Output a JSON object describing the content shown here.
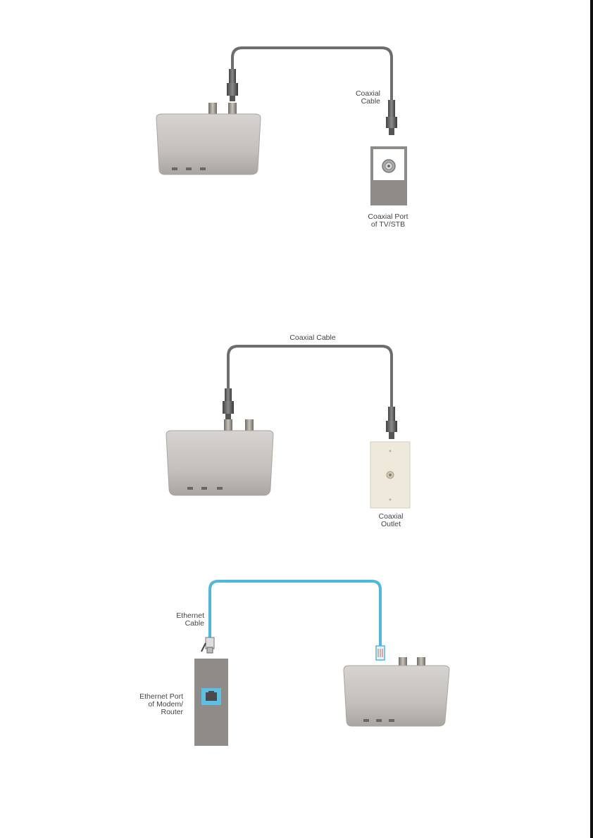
{
  "colors": {
    "coax_cable": "#6d6d6d",
    "ethernet_cable": "#4bb8dc",
    "device_body": "#c8c4c0",
    "wall_plate_gray": "#8e8b88",
    "wall_outlet_cream": "#efe9dc",
    "ethernet_port_blue": "#5cc0e6"
  },
  "diagram1": {
    "cable_label": "Coaxial\nCable",
    "port_label": "Coaxial Port\nof TV/STB"
  },
  "diagram2": {
    "cable_label": "Coaxial Cable",
    "outlet_label": "Coaxial\nOutlet"
  },
  "diagram3": {
    "cable_label": "Ethernet\nCable",
    "port_label": "Ethernet Port\nof Modem/\nRouter"
  }
}
